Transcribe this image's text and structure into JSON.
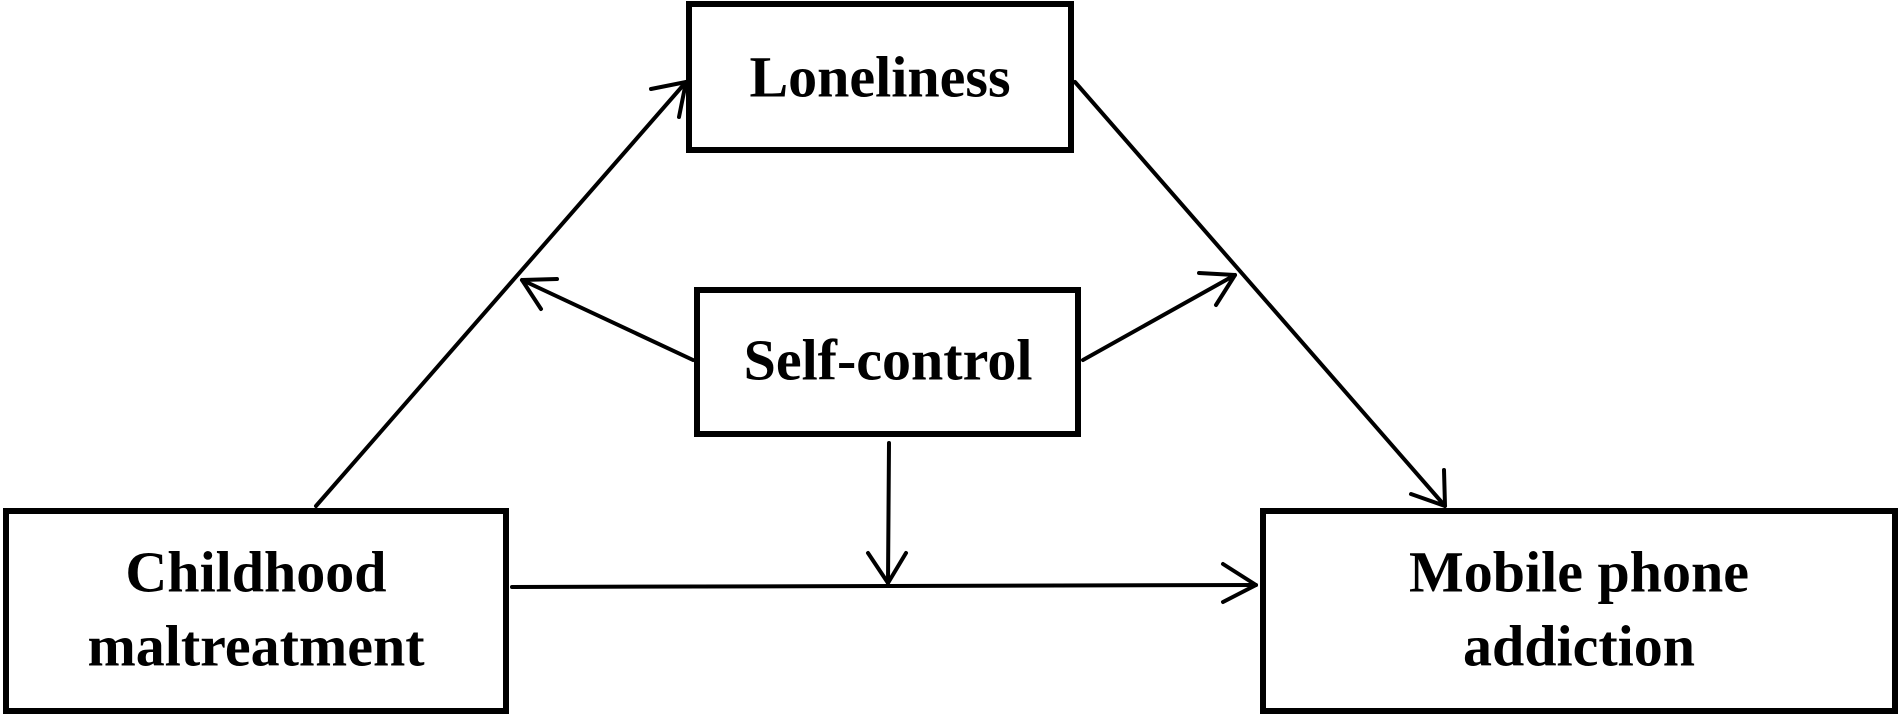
{
  "nodes": {
    "loneliness": {
      "label": "Loneliness"
    },
    "self_control": {
      "label": "Self-control"
    },
    "childhood_maltreatment": {
      "line1": "Childhood",
      "line2": "maltreatment"
    },
    "mobile_phone_addiction": {
      "line1": "Mobile phone",
      "line2": "addiction"
    }
  },
  "colors": {
    "stroke": "#000000",
    "background": "#ffffff"
  }
}
